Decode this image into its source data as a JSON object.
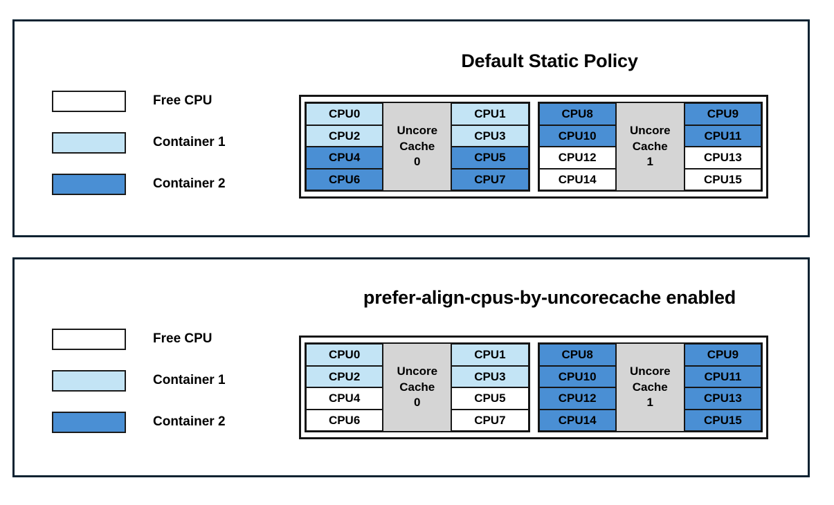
{
  "colors": {
    "free": "#ffffff",
    "container1": "#c3e4f5",
    "container2": "#4a8fd4",
    "cache_block": "#d5d5d5",
    "panel_border": "#0b2231",
    "cell_border": "#151515",
    "text": "#000000"
  },
  "legend": {
    "items": [
      {
        "label": "Free CPU",
        "swatch": "free"
      },
      {
        "label": "Container 1",
        "swatch": "container1"
      },
      {
        "label": "Container 2",
        "swatch": "container2"
      }
    ]
  },
  "panels": [
    {
      "id": "default-static-policy",
      "title": "Default Static Policy",
      "cache_groups": [
        {
          "cache_label_line1": "Uncore",
          "cache_label_line2": "Cache",
          "cache_label_line3": "0",
          "left_column": [
            {
              "label": "CPU0",
              "state": "container1"
            },
            {
              "label": "CPU2",
              "state": "container1"
            },
            {
              "label": "CPU4",
              "state": "container2"
            },
            {
              "label": "CPU6",
              "state": "container2"
            }
          ],
          "right_column": [
            {
              "label": "CPU1",
              "state": "container1"
            },
            {
              "label": "CPU3",
              "state": "container1"
            },
            {
              "label": "CPU5",
              "state": "container2"
            },
            {
              "label": "CPU7",
              "state": "container2"
            }
          ]
        },
        {
          "cache_label_line1": "Uncore",
          "cache_label_line2": "Cache",
          "cache_label_line3": "1",
          "left_column": [
            {
              "label": "CPU8",
              "state": "container2"
            },
            {
              "label": "CPU10",
              "state": "container2"
            },
            {
              "label": "CPU12",
              "state": "free"
            },
            {
              "label": "CPU14",
              "state": "free"
            }
          ],
          "right_column": [
            {
              "label": "CPU9",
              "state": "container2"
            },
            {
              "label": "CPU11",
              "state": "container2"
            },
            {
              "label": "CPU13",
              "state": "free"
            },
            {
              "label": "CPU15",
              "state": "free"
            }
          ]
        }
      ]
    },
    {
      "id": "prefer-align-cpus-by-uncorecache-enabled",
      "title": "prefer-align-cpus-by-uncorecache enabled",
      "cache_groups": [
        {
          "cache_label_line1": "Uncore",
          "cache_label_line2": "Cache",
          "cache_label_line3": "0",
          "left_column": [
            {
              "label": "CPU0",
              "state": "container1"
            },
            {
              "label": "CPU2",
              "state": "container1"
            },
            {
              "label": "CPU4",
              "state": "free"
            },
            {
              "label": "CPU6",
              "state": "free"
            }
          ],
          "right_column": [
            {
              "label": "CPU1",
              "state": "container1"
            },
            {
              "label": "CPU3",
              "state": "container1"
            },
            {
              "label": "CPU5",
              "state": "free"
            },
            {
              "label": "CPU7",
              "state": "free"
            }
          ]
        },
        {
          "cache_label_line1": "Uncore",
          "cache_label_line2": "Cache",
          "cache_label_line3": "1",
          "left_column": [
            {
              "label": "CPU8",
              "state": "container2"
            },
            {
              "label": "CPU10",
              "state": "container2"
            },
            {
              "label": "CPU12",
              "state": "container2"
            },
            {
              "label": "CPU14",
              "state": "container2"
            }
          ],
          "right_column": [
            {
              "label": "CPU9",
              "state": "container2"
            },
            {
              "label": "CPU11",
              "state": "container2"
            },
            {
              "label": "CPU13",
              "state": "container2"
            },
            {
              "label": "CPU15",
              "state": "container2"
            }
          ]
        }
      ]
    }
  ]
}
